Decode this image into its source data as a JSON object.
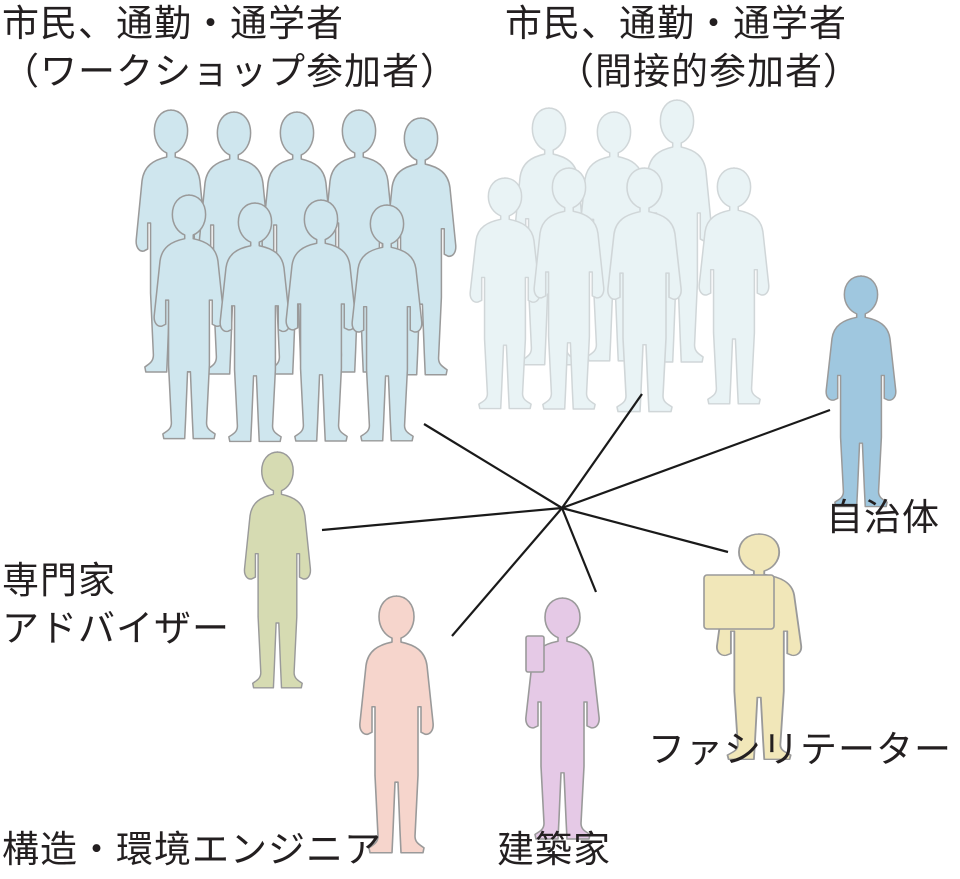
{
  "groups": {
    "workshop": {
      "line1": "市民、通勤・通学者",
      "line2": "（ワークショップ参加者）",
      "color": "#cfe6ee"
    },
    "indirect": {
      "line1": "市民、通勤・通学者",
      "line2": "（間接的参加者）",
      "color": "#e6f1f4"
    }
  },
  "actors": {
    "government": {
      "label": "自治体",
      "color": "#9fc7df"
    },
    "advisor": {
      "line1": "専門家",
      "line2": "アドバイザー",
      "color": "#d6dbb2"
    },
    "facilitator": {
      "label": "ファシリテーター",
      "color": "#f1e7b9"
    },
    "engineer": {
      "label": "構造・環境エンジニア",
      "color": "#f6d5cc"
    },
    "architect": {
      "label": "建築家",
      "color": "#e5c9e6"
    }
  },
  "outline_color": "#9a9a9a",
  "line_color": "#1a1a1a"
}
